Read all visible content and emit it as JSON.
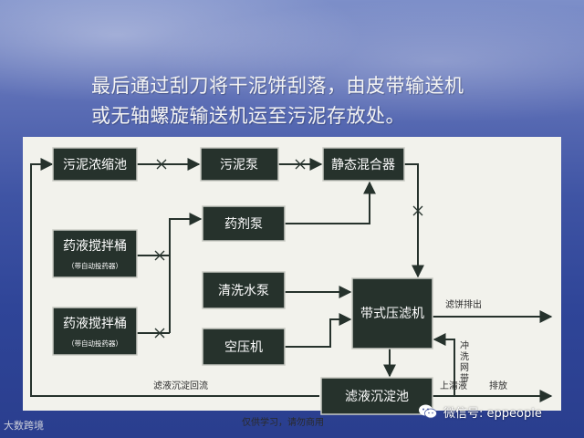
{
  "caption": {
    "line1": "最后通过刮刀将干泥饼刮落，由皮带输送机",
    "line2": "或无轴螺旋输送机运至污泥存放处。"
  },
  "diagram": {
    "boxes": {
      "sludge_thickener": "污泥浓缩池",
      "sludge_pump": "污泥泵",
      "static_mixer": "静态混合器",
      "dosing_pump": "药剂泵",
      "mixing_tank_1": "药液搅拌桶",
      "mixing_tank_1_sub": "（带自动投药器）",
      "mixing_tank_2": "药液搅拌桶",
      "mixing_tank_2_sub": "（带自动投药器）",
      "wash_pump": "清洗水泵",
      "air_compressor": "空压机",
      "belt_filter_press": "带式压滤机",
      "filtrate_tank": "滤液沉淀池"
    },
    "labels": {
      "cake_out": "滤饼排出",
      "flush_belt_1": "冲",
      "flush_belt_2": "洗",
      "flush_belt_3": "网",
      "flush_belt_4": "带",
      "supernatant": "上清液",
      "discharge": "排放",
      "filtrate_return": "滤液沉淀回流"
    }
  },
  "footer": {
    "note": "仅供学习，请勿商用",
    "wechat": "微信号: eppeople",
    "watermark": "大数跨境"
  },
  "colors": {
    "slide_background": "#3f54a4",
    "panel": "#f2f2ec",
    "box_fill": "#26322c",
    "text_light": "#ffffff"
  },
  "icons": [
    "wechat-icon",
    "valve-icon"
  ]
}
